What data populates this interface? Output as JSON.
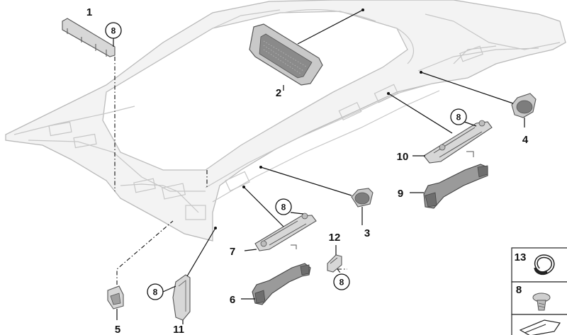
{
  "callouts": {
    "c1": "1",
    "c2": "2",
    "c3": "3",
    "c4": "4",
    "c5": "5",
    "c6": "6",
    "c7": "7",
    "c8_top": "8",
    "c8_p7": "8",
    "c8_p10": "8",
    "c8_p11": "8",
    "c8_p12": "8",
    "c9": "9",
    "c10": "10",
    "c11": "11",
    "c12": "12"
  },
  "legend": {
    "row1_num": "13",
    "row2_num": "8"
  },
  "colors": {
    "liner": "#f3f3f3",
    "part_light": "#d7d7d7",
    "part_dark": "#9a9a9a",
    "line": "#111111"
  }
}
